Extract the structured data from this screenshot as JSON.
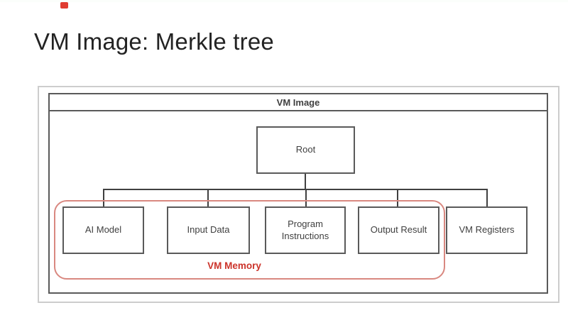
{
  "slide": {
    "title": "VM Image: Merkle tree"
  },
  "icons": {
    "top_left_marker": "red-square-marker"
  },
  "diagram": {
    "container_label": "VM Image",
    "root_label": "Root",
    "memory_group_label": "VM Memory",
    "children": [
      {
        "label": "AI Model",
        "in_memory_group": true
      },
      {
        "label": "Input Data",
        "in_memory_group": true
      },
      {
        "label": "Program Instructions",
        "in_memory_group": true
      },
      {
        "label": "Output Result",
        "in_memory_group": true
      },
      {
        "label": "VM Registers",
        "in_memory_group": false
      }
    ]
  },
  "colors": {
    "title_text": "#232323",
    "label_text": "#3f3f3f",
    "box_border": "#5a5a5a",
    "frame_border": "#cdcdcd",
    "line_color": "#404040",
    "memory_border": "#d98880",
    "memory_accent": "#cc342b",
    "marker_red": "#e03c31"
  }
}
